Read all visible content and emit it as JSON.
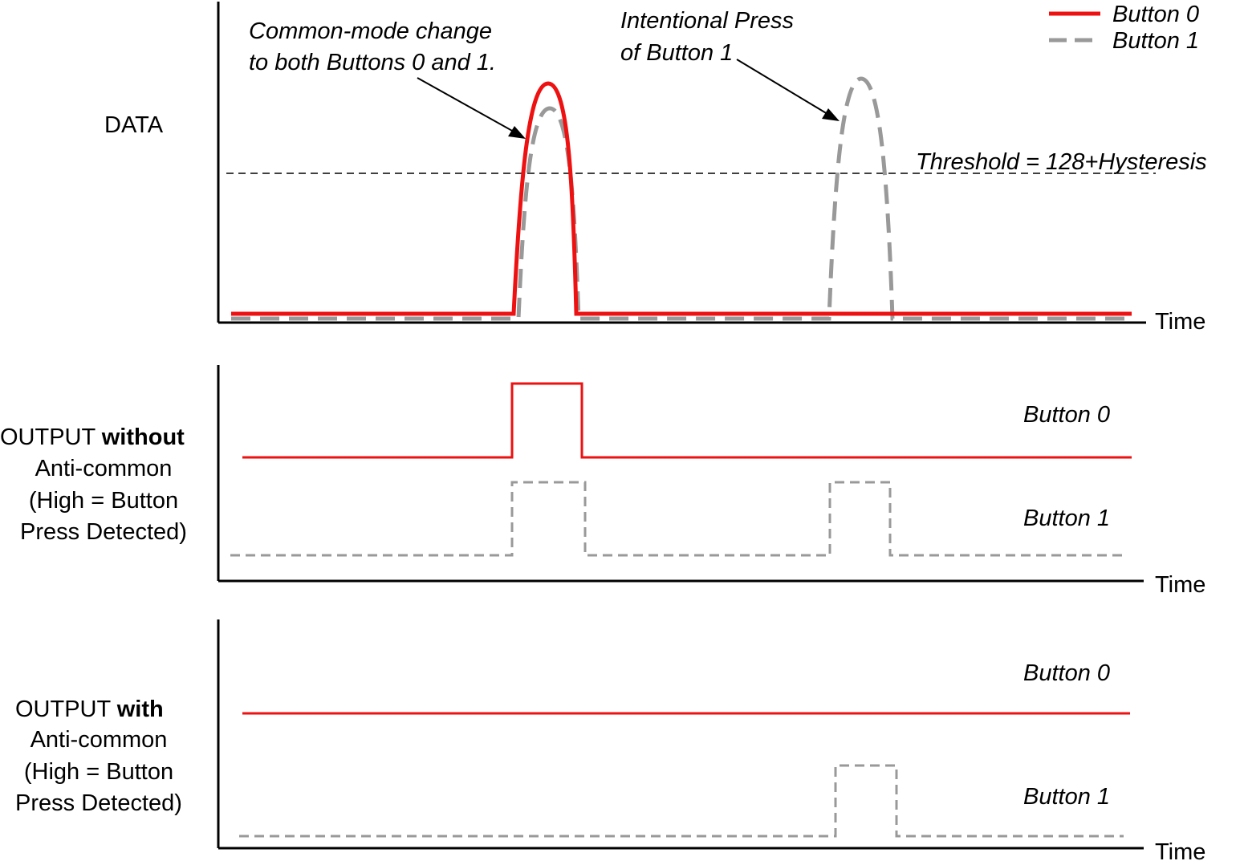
{
  "colors": {
    "button0": "#ee1111",
    "button1": "#999999",
    "axis": "#000000",
    "threshold": "#000000"
  },
  "legend": {
    "button0": "Button 0",
    "button1": "Button 1"
  },
  "panels": {
    "data": {
      "label": "DATA",
      "x_axis_label": "Time",
      "threshold_label": "Threshold = 128+Hysteresis",
      "annotation_common": [
        "Common-mode change",
        "to both Buttons 0 and 1."
      ],
      "annotation_intentional": [
        "Intentional Press",
        "of Button 1"
      ]
    },
    "without": {
      "label_prefix": "OUTPUT ",
      "label_bold": "without",
      "label_lines": [
        "Anti-common",
        "(High = Button",
        "Press Detected)"
      ],
      "x_axis_label": "Time",
      "trace0_label": "Button 0",
      "trace1_label": "Button 1"
    },
    "with": {
      "label_prefix": "OUTPUT ",
      "label_bold": "with",
      "label_lines": [
        "Anti-common",
        "(High = Button",
        "Press Detected)"
      ],
      "x_axis_label": "Time",
      "trace0_label": "Button 0",
      "trace1_label": "Button 1"
    }
  }
}
